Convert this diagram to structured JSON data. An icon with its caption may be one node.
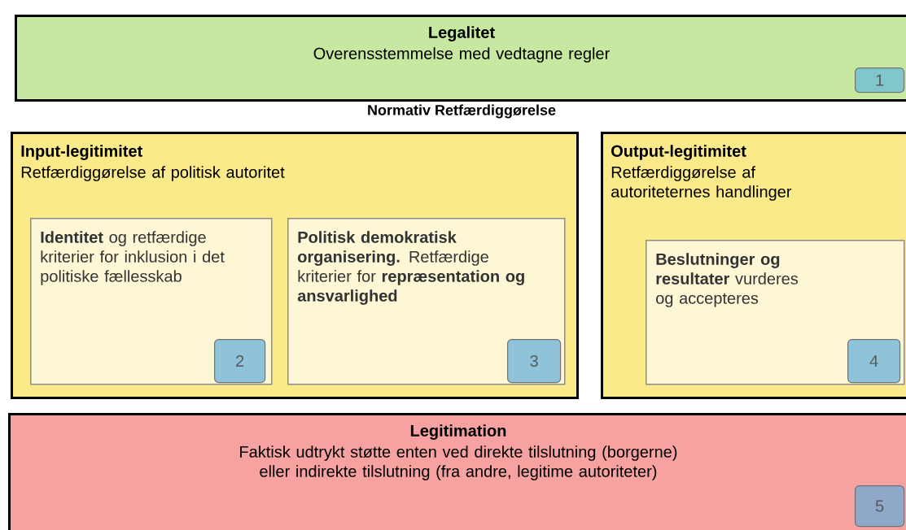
{
  "diagram": {
    "nodes": [
      {
        "text": [
          "Legalitet",
          "Overensstemmelse med vedtagne regler"
        ]
      },
      {
        "text": [
          "1"
        ],
        "in": 0
      },
      {
        "text": [
          "Input-legitimitet",
          "Retfærdiggørelse af politisk autoritet"
        ]
      },
      {
        "text": [
          "**Identitet** og retfærdige kriterier for inklusion i det politiske fællesskab"
        ],
        "in": 2
      },
      {
        "text": [
          "2"
        ],
        "in": 3
      },
      {
        "text": [
          "**Politisk demokratisk organisering.** Retfærdige kriterier for **repræsentation og ansvarlighed**"
        ],
        "in": 2
      },
      {
        "text": [
          "3"
        ],
        "in": 5
      },
      {
        "text": [
          "Output-legitimitet",
          "Retfærdiggørelse af autoriteternes handlinger"
        ]
      },
      {
        "text": [
          "**Beslutninger og resultater** vurderes og accepteres"
        ],
        "in": 7
      },
      {
        "text": [
          "4"
        ],
        "in": 8
      },
      {
        "text": [
          "Legitimation",
          "Faktisk udtrykt støtte enten ved direkte tilslutning (borgerne) eller indirekte tilslutning (fra andre, legitime autoriteter)"
        ]
      },
      {
        "text": [
          "5"
        ],
        "in": 10
      }
    ],
    "labels": [
      "Normativ Retfærdiggørelse"
    ]
  }
}
